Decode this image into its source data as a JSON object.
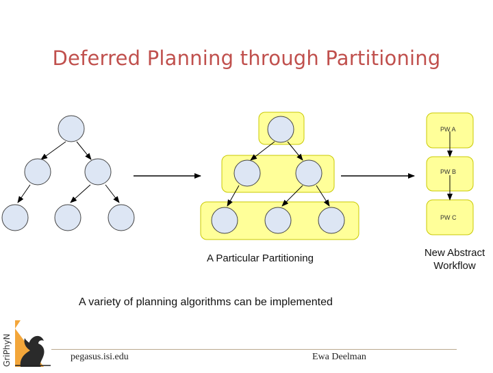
{
  "title": "Deferred Planning through Partitioning",
  "diagram": {
    "partition_caption": "A Particular Partitioning",
    "workflow_caption_line1": "New Abstract",
    "workflow_caption_line2": "Workflow",
    "workflow_boxes": [
      "PW A",
      "PW B",
      "PW C"
    ],
    "colors": {
      "node_fill": "#dde6f4",
      "partition_fill": "#ffff99",
      "partition_stroke": "#c8c800",
      "title": "#c0504d"
    }
  },
  "subtitle": "A variety of planning algorithms can be implemented",
  "footer": {
    "left": "pegasus.isi.edu",
    "right": "Ewa Deelman"
  },
  "logo": {
    "text": "GriPhyN"
  }
}
